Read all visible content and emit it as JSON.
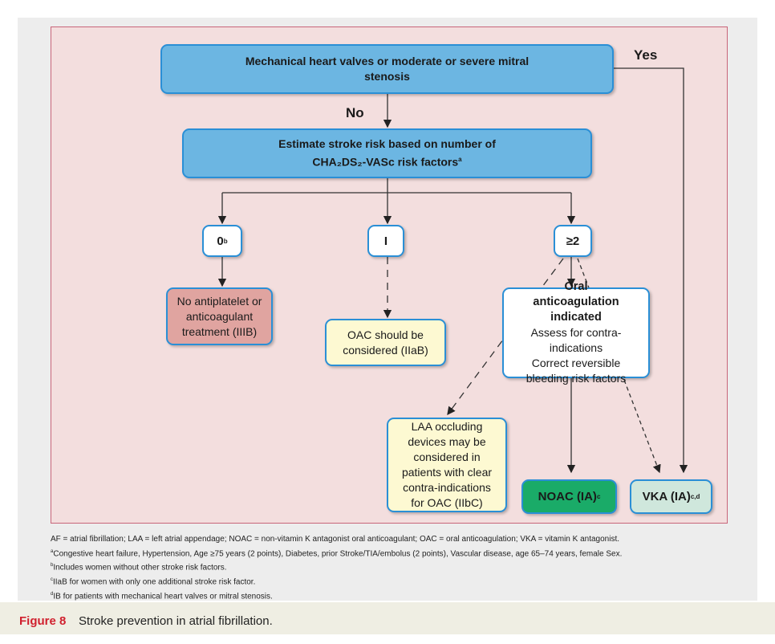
{
  "boxes": {
    "valves": "Mechanical heart valves or moderate or severe mitral stenosis",
    "estimate": "Estimate stroke risk based on number of",
    "estimate2": "CHA₂DS₂-VASc risk factors",
    "estimate_sup": "a",
    "zero": "0",
    "zero_sup": "b",
    "one": "I",
    "two": "≥2",
    "no_treatment": "No antiplatelet or anticoagulant treatment (IIIB)",
    "oac_considered": "OAC should be considered (IIaB)",
    "oral_title": "Oral anticoagulation indicated",
    "oral_lines": [
      "Assess for contra-indications",
      "Correct reversible bleeding risk factors"
    ],
    "laa": "LAA occluding devices may be considered in patients with clear contra-indications for OAC (IIbC)",
    "noac": "NOAC (IA)",
    "noac_sup": "c",
    "vka": "VKA (IA)",
    "vka_sup": "c,d"
  },
  "labels": {
    "yes": "Yes",
    "no": "No"
  },
  "notes": [
    "AF = atrial fibrillation; LAA = left atrial appendage; NOAC = non-vitamin K antagonist oral anticoagulant; OAC = oral anticoagulation; VKA = vitamin K antagonist.",
    "Congestive heart failure, Hypertension, Age ≥75 years (2 points), Diabetes, prior Stroke/TIA/embolus (2 points), Vascular disease, age 65–74 years, female Sex.",
    "Includes women without other stroke risk factors.",
    "IIaB for women with only one additional stroke risk factor.",
    "IB for patients with mechanical heart valves or mitral stenosis."
  ],
  "note_marks": [
    "",
    "a",
    "b",
    "c",
    "d"
  ],
  "caption": {
    "figure": "Figure 8",
    "text": "Stroke prevention in atrial fibrillation."
  },
  "colors": {
    "blue": "#6cb6e2",
    "noac": "#1aab68",
    "vka": "#cfe7dc",
    "no_treatment": "#e0a4a0",
    "caption_red": "#d0202e"
  }
}
